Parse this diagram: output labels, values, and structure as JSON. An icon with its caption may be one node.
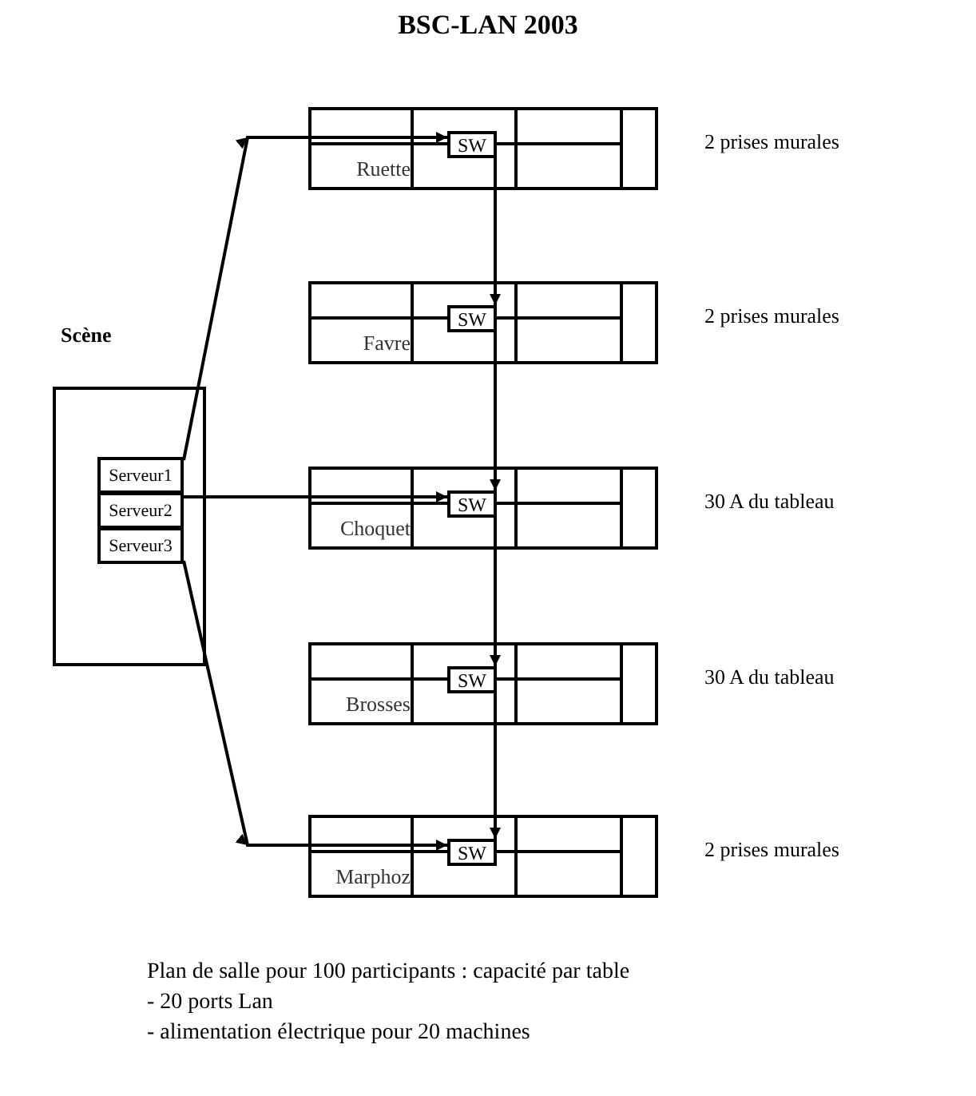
{
  "diagram": {
    "title": "BSC-LAN 2003",
    "nodes": [
      {
        "text": [
          "Scène"
        ]
      },
      {
        "text": [
          "Serveur1"
        ],
        "in": 0
      },
      {
        "text": [
          "Serveur2"
        ],
        "in": 0
      },
      {
        "text": [
          "Serveur3"
        ],
        "in": 0
      },
      {
        "text": [
          "Ruette"
        ],
        "beside": [
          "2 prises murales"
        ]
      },
      {
        "text": [
          "SW"
        ],
        "in": 4
      },
      {
        "text": [
          "Favre"
        ],
        "beside": [
          "2 prises murales"
        ]
      },
      {
        "text": [
          "SW"
        ],
        "in": 6
      },
      {
        "text": [
          "Choquet"
        ],
        "beside": [
          "30 A du tableau"
        ]
      },
      {
        "text": [
          "SW"
        ],
        "in": 8
      },
      {
        "text": [
          "Brosses"
        ],
        "beside": [
          "30 A du tableau"
        ]
      },
      {
        "text": [
          "SW"
        ],
        "in": 10
      },
      {
        "text": [
          "Marphoz"
        ],
        "beside": [
          "2 prises murales"
        ]
      },
      {
        "text": [
          "SW"
        ],
        "in": 12
      }
    ],
    "edges": [
      {
        "from": 1,
        "to": 5,
        "arrow": "to"
      },
      {
        "from": 2,
        "to": 9,
        "arrow": "to"
      },
      {
        "from": 3,
        "to": 13,
        "arrow": "to"
      },
      {
        "from": 5,
        "to": 7,
        "arrow": "to"
      },
      {
        "from": 7,
        "to": 9,
        "arrow": "to"
      },
      {
        "from": 9,
        "to": 11,
        "arrow": "to"
      },
      {
        "from": 11,
        "to": 13,
        "arrow": "to"
      }
    ],
    "labels": [
      "Plan de salle pour 100 participants : capacité par table",
      "- 20 ports Lan",
      "- alimentation électrique pour 20 machines"
    ]
  }
}
